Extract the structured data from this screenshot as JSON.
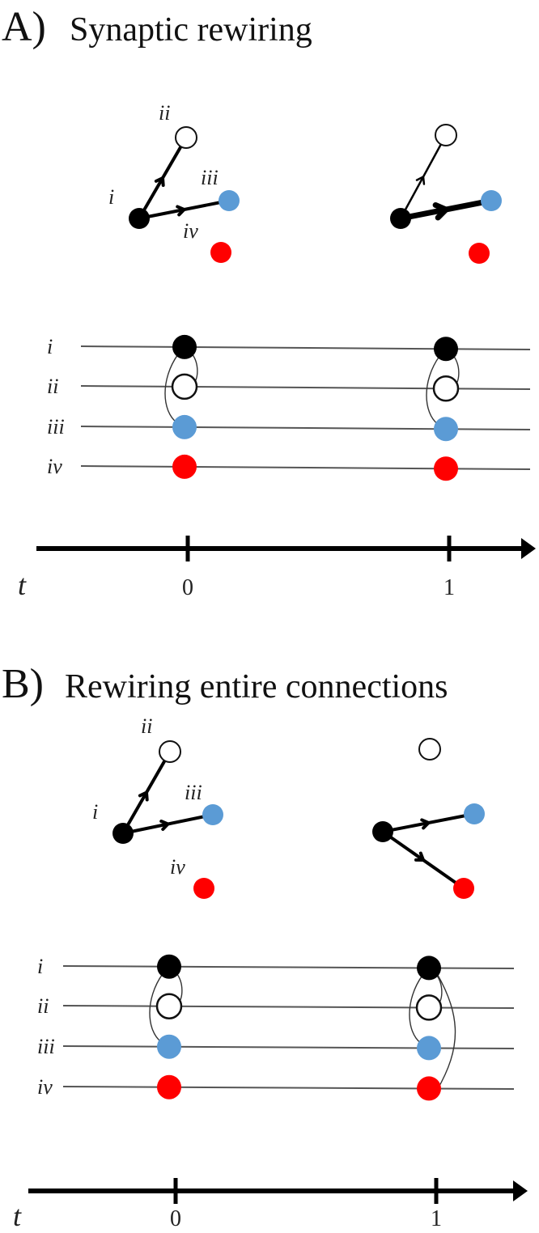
{
  "figure": {
    "panels": [
      {
        "id": "A",
        "letter": "A)",
        "title": "Synaptic rewiring",
        "neurons": [
          {
            "label": "i",
            "color": "#000000",
            "filled": true
          },
          {
            "label": "ii",
            "color": "#ffffff",
            "filled": false
          },
          {
            "label": "iii",
            "color": "#5b9bd5",
            "filled": true
          },
          {
            "label": "iv",
            "color": "#ff0000",
            "filled": true
          }
        ],
        "networks": [
          {
            "time": "0",
            "edges": [
              {
                "from": "i",
                "to": "ii",
                "weight": "normal"
              },
              {
                "from": "i",
                "to": "iii",
                "weight": "normal"
              }
            ]
          },
          {
            "time": "1",
            "edges": [
              {
                "from": "i",
                "to": "ii",
                "weight": "thin"
              },
              {
                "from": "i",
                "to": "iii",
                "weight": "thick"
              }
            ]
          }
        ],
        "timeline_arcs": [
          {
            "time": "0",
            "arcs": [
              [
                "i",
                "ii"
              ],
              [
                "i",
                "iii"
              ]
            ]
          },
          {
            "time": "1",
            "arcs": [
              [
                "i",
                "ii"
              ],
              [
                "i",
                "iii"
              ]
            ]
          }
        ],
        "axis": {
          "label": "t",
          "ticks": [
            "0",
            "1"
          ]
        }
      },
      {
        "id": "B",
        "letter": "B)",
        "title": "Rewiring entire connections",
        "neurons": [
          {
            "label": "i",
            "color": "#000000",
            "filled": true
          },
          {
            "label": "ii",
            "color": "#ffffff",
            "filled": false
          },
          {
            "label": "iii",
            "color": "#5b9bd5",
            "filled": true
          },
          {
            "label": "iv",
            "color": "#ff0000",
            "filled": true
          }
        ],
        "networks": [
          {
            "time": "0",
            "edges": [
              {
                "from": "i",
                "to": "ii",
                "weight": "normal"
              },
              {
                "from": "i",
                "to": "iii",
                "weight": "normal"
              }
            ]
          },
          {
            "time": "1",
            "edges": [
              {
                "from": "i",
                "to": "iii",
                "weight": "normal"
              },
              {
                "from": "i",
                "to": "iv",
                "weight": "normal"
              }
            ]
          }
        ],
        "timeline_arcs": [
          {
            "time": "0",
            "arcs": [
              [
                "i",
                "ii"
              ],
              [
                "i",
                "iii"
              ]
            ]
          },
          {
            "time": "1",
            "arcs": [
              [
                "i",
                "ii"
              ],
              [
                "i",
                "iii"
              ],
              [
                "i",
                "iv"
              ]
            ]
          }
        ],
        "axis": {
          "label": "t",
          "ticks": [
            "0",
            "1"
          ]
        }
      }
    ]
  }
}
